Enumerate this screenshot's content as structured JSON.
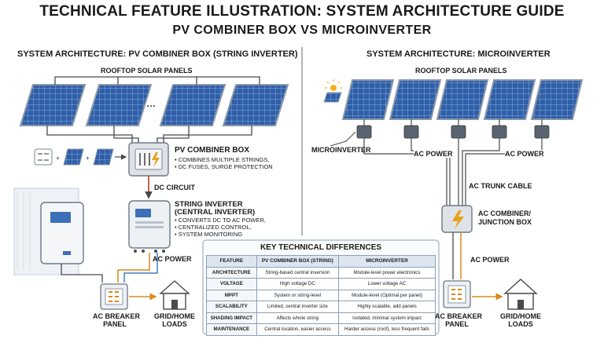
{
  "title": "TECHNICAL FEATURE ILLUSTRATION: SYSTEM ARCHITECTURE GUIDE",
  "subtitle": "PV COMBINER BOX VS MICROINVERTER",
  "left": {
    "heading": "SYSTEM ARCHITECTURE: PV COMBINER BOX (STRING INVERTER)",
    "panels_label": "ROOFTOP SOLAR PANELS",
    "combiner": {
      "title": "PV COMBINER BOX",
      "bullets": [
        "• COMBINES MULTIPLE STRINGS,",
        "• DC FUSES, SURGE PROTECTION"
      ]
    },
    "dc_circuit": "DC CIRCUIT",
    "inverter": {
      "title1": "STRING INVERTER",
      "title2": "(CENTRAL INVERTER)",
      "bullets": [
        "• CONVERTS DC TO AC POWER,",
        "• CENTRALIZED CONTROL,",
        "• SYSTEM MONITORING"
      ]
    },
    "ac_power": "AC POWER",
    "breaker": [
      "AC BREAKER",
      "PANEL"
    ],
    "loads": [
      "GRID/HOME",
      "LOADS"
    ]
  },
  "right": {
    "heading": "SYSTEM ARCHITECTURE: MICROINVERTER",
    "panels_label": "ROOFTOP SOLAR PANELS",
    "microinverter": "MICROINVERTER",
    "ac_power_1": "AC POWER",
    "ac_power_2": "AC POWER",
    "trunk": "AC TRUNK CABLE",
    "combiner": [
      "AC COMBINER/",
      "JUNCTION BOX"
    ],
    "ac_power_3": "AC POWER",
    "breaker": [
      "AC BREAKER",
      "PANEL"
    ],
    "loads": [
      "GRID/HOME",
      "LOADS"
    ]
  },
  "table": {
    "title": "KEY TECHNICAL DIFFERENCES",
    "headers": [
      "FEATURE",
      "PV COMBINER BOX (STRING)",
      "MICROINVERTER"
    ],
    "rows": [
      [
        "ARCHITECTURE",
        "String-based central inversion",
        "Module-level power electronics"
      ],
      [
        "VOLTAGE",
        "High voltage DC",
        "Lower voltage AC"
      ],
      [
        "MPPT",
        "System or string-level",
        "Module-level (Optimal per panel)"
      ],
      [
        "SCALABILITY",
        "Limited, central inverter size",
        "Highly scalable, add panels"
      ],
      [
        "SHADING IMPACT",
        "Affects whole string",
        "Isolated, minimal system impact"
      ],
      [
        "MAINTENANCE",
        "Central location, easier access",
        "Harder access (roof), less frequent fails"
      ]
    ]
  },
  "colors": {
    "panel": "#2f5fa8",
    "panel_dark": "#1d3e76",
    "frame": "#8c99a8",
    "wire": "#4a4a4a",
    "ac_wire": "#d98a1c",
    "dc_arrow": "#c0392b"
  }
}
